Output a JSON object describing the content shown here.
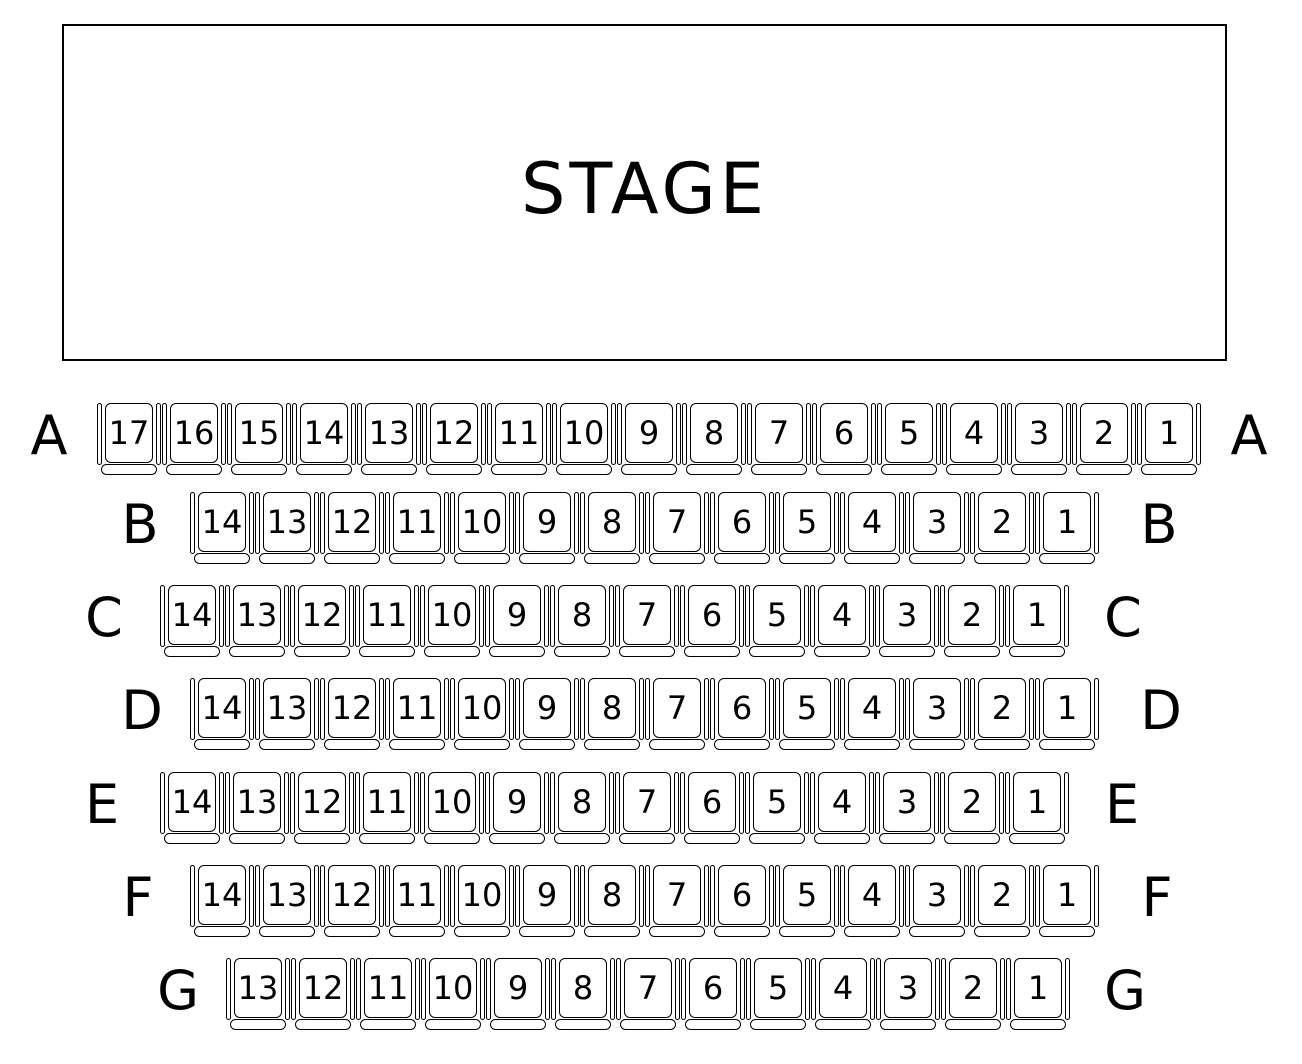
{
  "stage": {
    "label": "STAGE"
  },
  "rows": [
    {
      "label": "A",
      "seats": [
        "17",
        "16",
        "15",
        "14",
        "13",
        "12",
        "11",
        "10",
        "9",
        "8",
        "7",
        "6",
        "5",
        "4",
        "3",
        "2",
        "1"
      ]
    },
    {
      "label": "B",
      "seats": [
        "14",
        "13",
        "12",
        "11",
        "10",
        "9",
        "8",
        "7",
        "6",
        "5",
        "4",
        "3",
        "2",
        "1"
      ]
    },
    {
      "label": "C",
      "seats": [
        "14",
        "13",
        "12",
        "11",
        "10",
        "9",
        "8",
        "7",
        "6",
        "5",
        "4",
        "3",
        "2",
        "1"
      ]
    },
    {
      "label": "D",
      "seats": [
        "14",
        "13",
        "12",
        "11",
        "10",
        "9",
        "8",
        "7",
        "6",
        "5",
        "4",
        "3",
        "2",
        "1"
      ]
    },
    {
      "label": "E",
      "seats": [
        "14",
        "13",
        "12",
        "11",
        "10",
        "9",
        "8",
        "7",
        "6",
        "5",
        "4",
        "3",
        "2",
        "1"
      ]
    },
    {
      "label": "F",
      "seats": [
        "14",
        "13",
        "12",
        "11",
        "10",
        "9",
        "8",
        "7",
        "6",
        "5",
        "4",
        "3",
        "2",
        "1"
      ]
    },
    {
      "label": "G",
      "seats": [
        "13",
        "12",
        "11",
        "10",
        "9",
        "8",
        "7",
        "6",
        "5",
        "4",
        "3",
        "2",
        "1"
      ]
    }
  ]
}
